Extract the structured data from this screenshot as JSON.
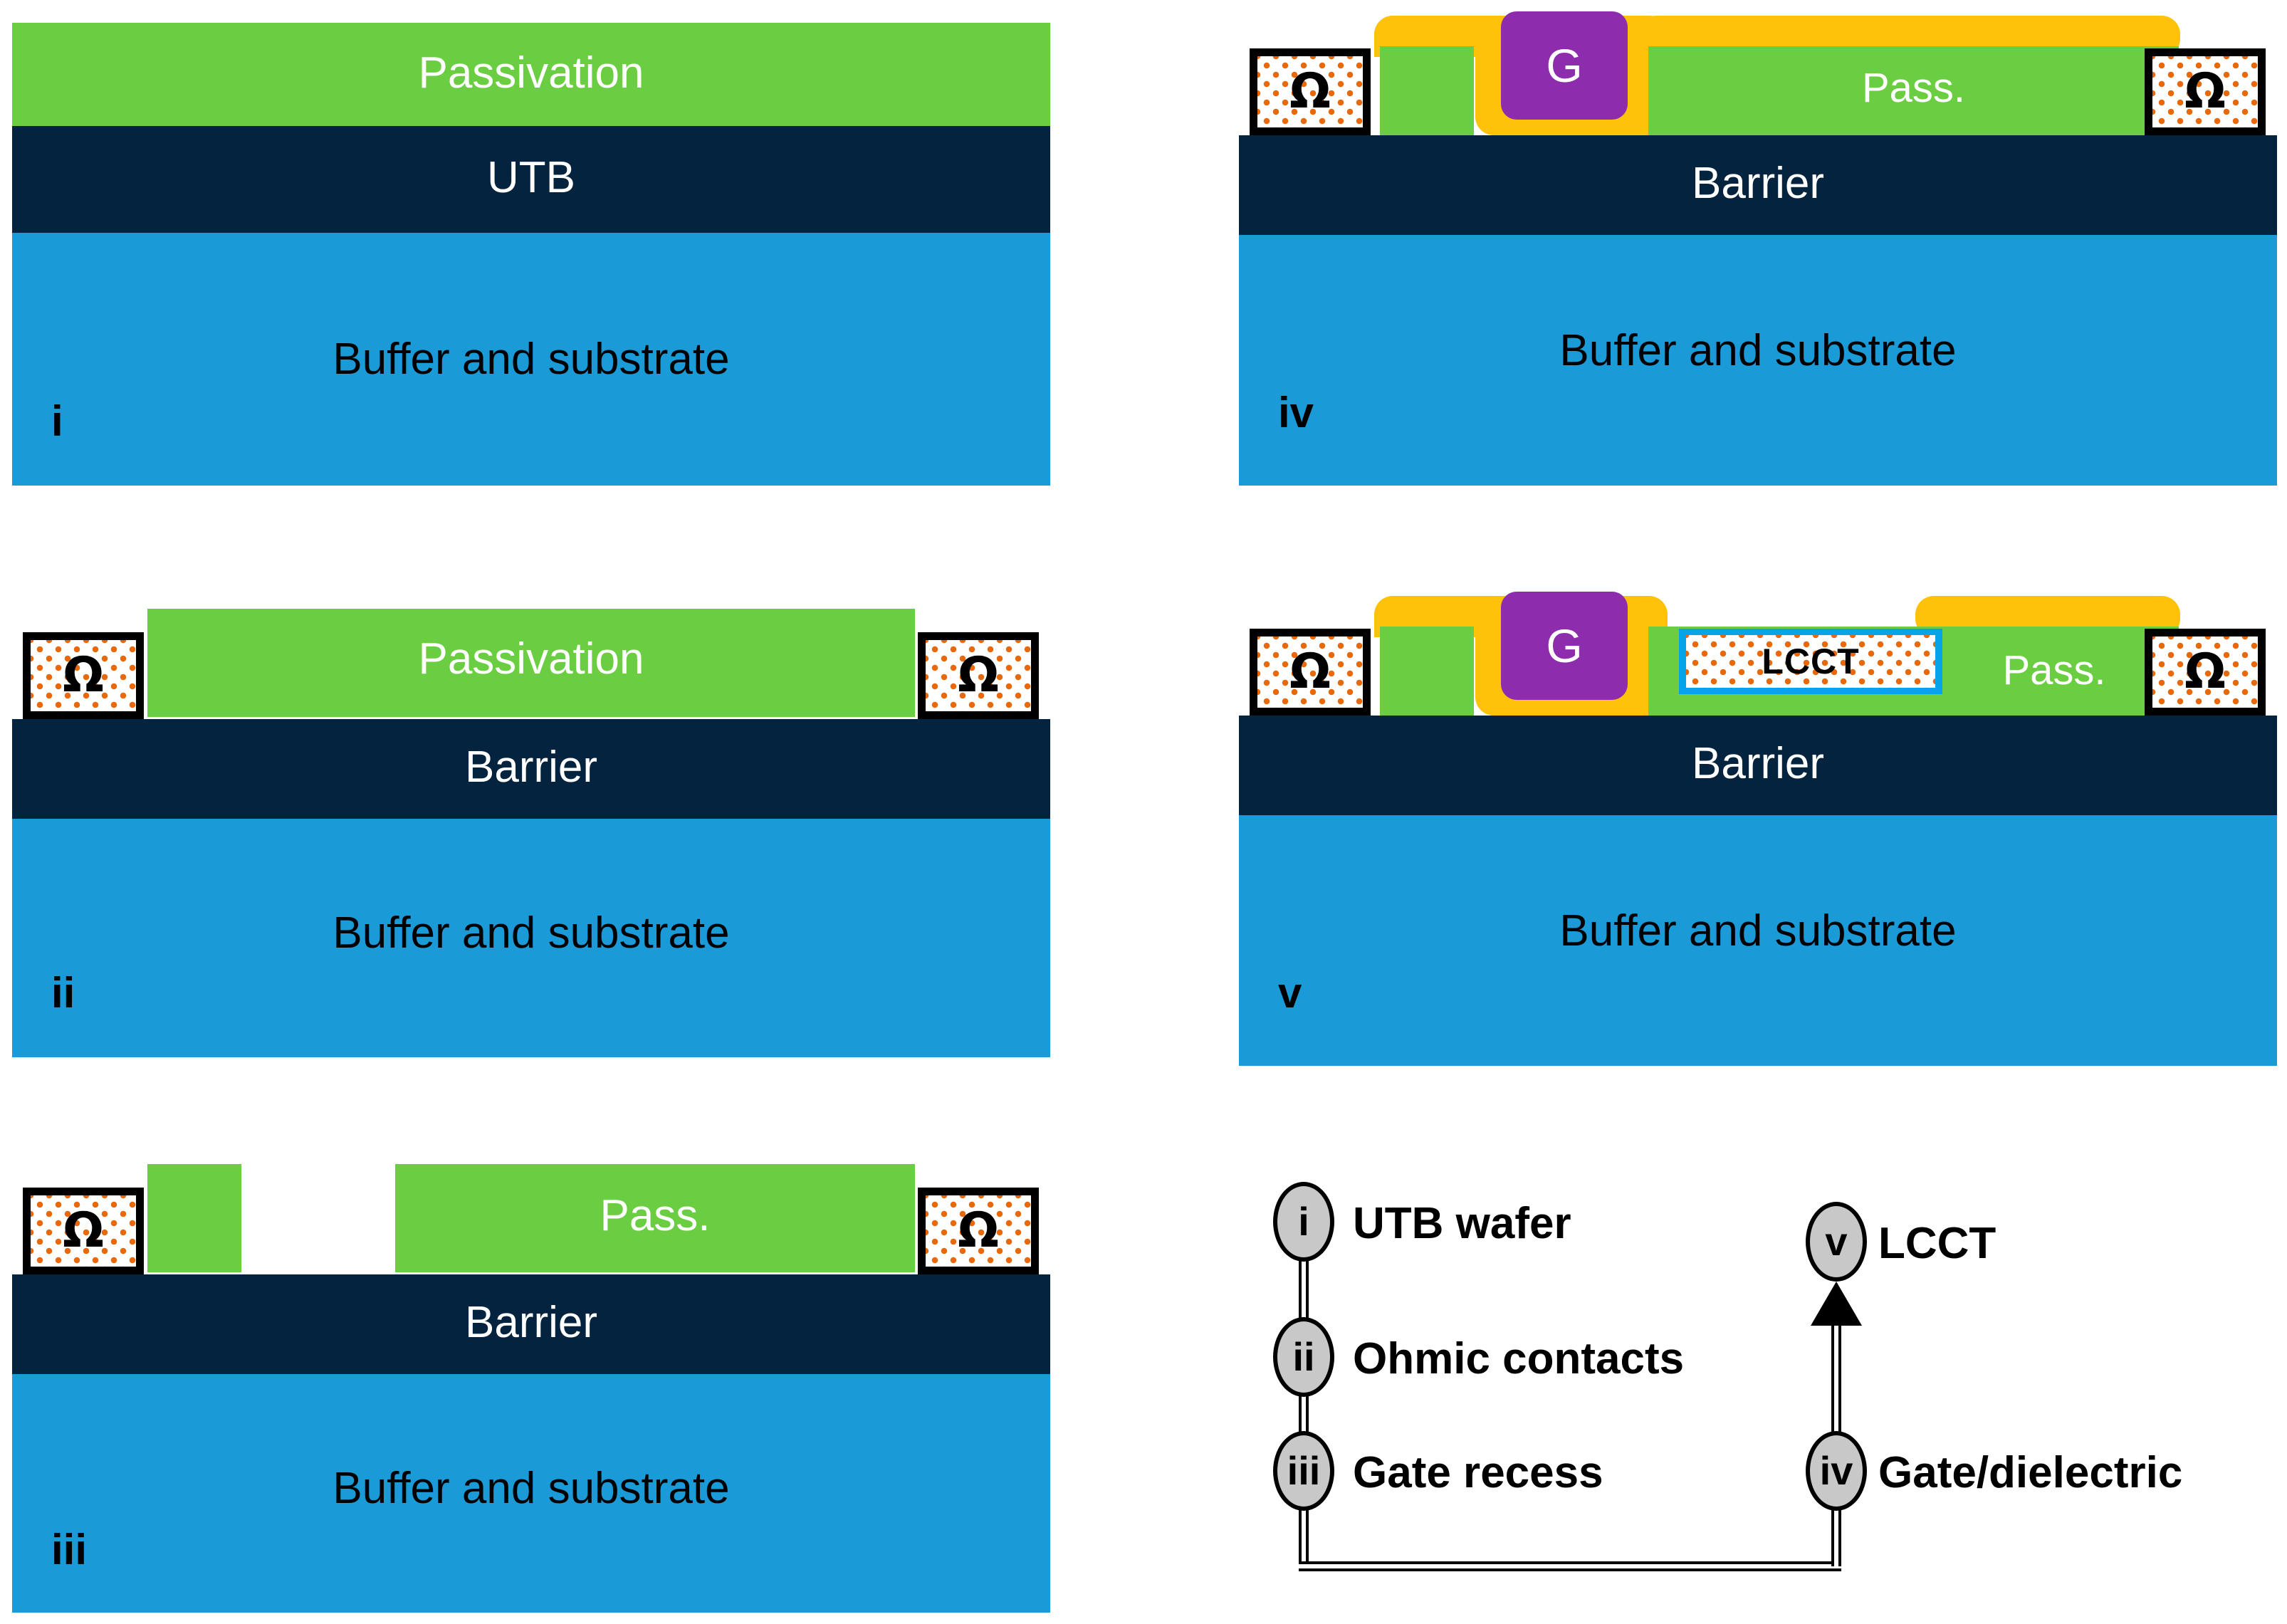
{
  "figure": {
    "type": "process-flow-cross-section-diagram",
    "colors": {
      "passivation": "#6BCE42",
      "barrier": "#04233E",
      "substrate": "#1B9AD8",
      "dielectric": "#FFC20A",
      "gate": "#8E2CAE",
      "lcct_border": "#05A3E8",
      "dot_pattern": "#E8690B",
      "node_fill": "#C8C8C8"
    }
  },
  "panels": [
    {
      "id": "i",
      "roman": "i",
      "layers": [
        {
          "name": "passivation",
          "label": "Passivation"
        },
        {
          "name": "utb",
          "label": "UTB"
        },
        {
          "name": "substrate",
          "label": "Buffer and substrate"
        }
      ],
      "contacts": [],
      "gate": null,
      "lcct": null
    },
    {
      "id": "ii",
      "roman": "ii",
      "layers": [
        {
          "name": "passivation",
          "label": "Passivation"
        },
        {
          "name": "barrier",
          "label": "Barrier"
        },
        {
          "name": "substrate",
          "label": "Buffer and substrate"
        }
      ],
      "contacts": [
        {
          "side": "left",
          "symbol": "Ω"
        },
        {
          "side": "right",
          "symbol": "Ω"
        }
      ],
      "gate": null,
      "lcct": null
    },
    {
      "id": "iii",
      "roman": "iii",
      "layers": [
        {
          "name": "passivation",
          "label": "Pass."
        },
        {
          "name": "barrier",
          "label": "Barrier"
        },
        {
          "name": "substrate",
          "label": "Buffer and substrate"
        }
      ],
      "contacts": [
        {
          "side": "left",
          "symbol": "Ω"
        },
        {
          "side": "right",
          "symbol": "Ω"
        }
      ],
      "gate": null,
      "lcct": null,
      "note": "gate recess opening in passivation"
    },
    {
      "id": "iv",
      "roman": "iv",
      "layers": [
        {
          "name": "passivation",
          "label": "Pass."
        },
        {
          "name": "barrier",
          "label": "Barrier"
        },
        {
          "name": "substrate",
          "label": "Buffer and substrate"
        }
      ],
      "contacts": [
        {
          "side": "left",
          "symbol": "Ω"
        },
        {
          "side": "right",
          "symbol": "Ω"
        }
      ],
      "gate": {
        "label": "G"
      },
      "lcct": null
    },
    {
      "id": "v",
      "roman": "v",
      "layers": [
        {
          "name": "passivation",
          "label": "Pass."
        },
        {
          "name": "barrier",
          "label": "Barrier"
        },
        {
          "name": "substrate",
          "label": "Buffer and substrate"
        }
      ],
      "contacts": [
        {
          "side": "left",
          "symbol": "Ω"
        },
        {
          "side": "right",
          "symbol": "Ω"
        }
      ],
      "gate": {
        "label": "G"
      },
      "lcct": {
        "label": "LCCT"
      }
    }
  ],
  "flow": {
    "nodes": [
      {
        "roman": "i",
        "label": "UTB wafer"
      },
      {
        "roman": "ii",
        "label": "Ohmic contacts"
      },
      {
        "roman": "iii",
        "label": "Gate recess"
      },
      {
        "roman": "iv",
        "label": "Gate/dielectric"
      },
      {
        "roman": "v",
        "label": "LCCT"
      }
    ]
  }
}
